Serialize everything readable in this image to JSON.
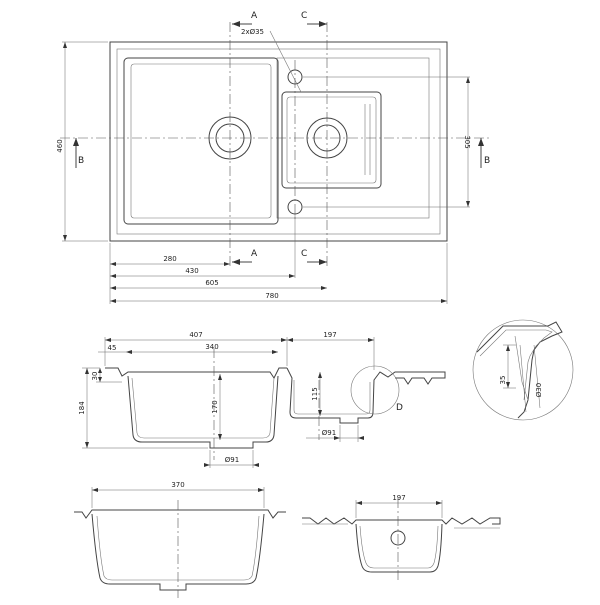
{
  "section_labels": {
    "a": "A",
    "b": "B",
    "c": "C",
    "d": "D"
  },
  "top_view": {
    "hole_callout": "2xØ35",
    "dims": {
      "overall_height": "460",
      "inner_height": "305",
      "d280": "280",
      "d430": "430",
      "d605": "605",
      "d780": "780"
    }
  },
  "section_bb": {
    "d407": "407",
    "d340": "340",
    "d197": "197",
    "d45": "45",
    "d184": "184",
    "d30": "30",
    "d170": "170",
    "d115": "115",
    "drain_large": "Ø91",
    "drain_small": "Ø91"
  },
  "detail_d": {
    "d35": "35",
    "hole": "Ø30"
  },
  "section_aa": {
    "d370": "370"
  },
  "section_cc": {
    "d197": "197"
  }
}
